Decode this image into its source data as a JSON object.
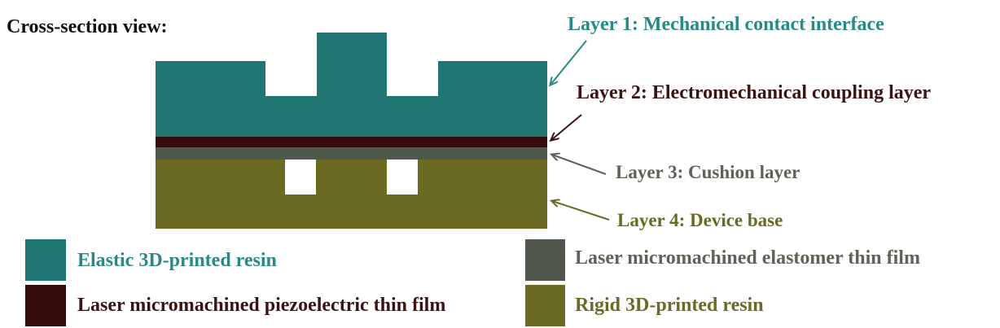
{
  "colors": {
    "elastic": "#217674",
    "piezo": "#350c0c",
    "cushion": "#50584d",
    "rigid": "#6a6a22",
    "layer1_text": "#288a86",
    "layer2_text": "#3d1212",
    "layer3_text": "#5c6456",
    "layer4_text": "#6a6a22",
    "heading_text": "#111111"
  },
  "heading": "Cross-section view:",
  "callouts": {
    "layer1": "Layer 1: Mechanical contact interface",
    "layer2": "Layer 2: Electromechanical coupling layer",
    "layer3": "Layer 3: Cushion layer",
    "layer4": "Layer 4: Device base"
  },
  "legend": {
    "elastic": "Elastic 3D-printed resin",
    "piezo": "Laser micromachined piezoelectric thin film",
    "cushion": "Laser micromachined elastomer thin film",
    "rigid": "Rigid 3D-printed resin"
  }
}
